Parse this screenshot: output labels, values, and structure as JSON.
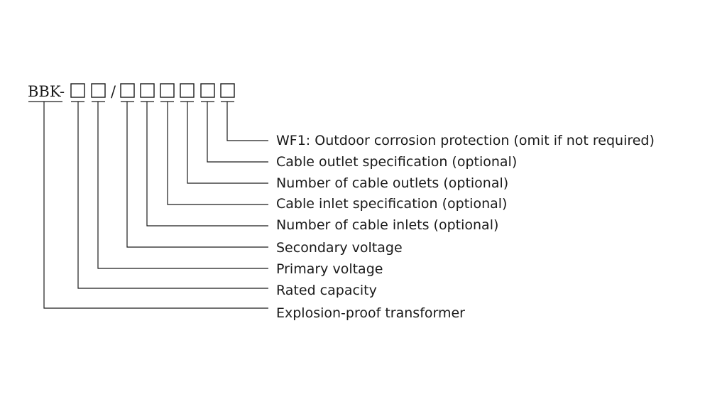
{
  "model_code": {
    "prefix": "BBK-",
    "separator": "/"
  },
  "legend": [
    "WF1: Outdoor corrosion protection (omit if not required)",
    "Cable outlet specification (optional)",
    "Number of cable outlets (optional)",
    "Cable inlet specification (optional)",
    "Number of cable inlets (optional)",
    "Secondary voltage",
    "Primary voltage",
    "Rated capacity",
    "Explosion-proof transformer"
  ],
  "colors": {
    "ink": "#1a1a1a",
    "background": "#ffffff"
  }
}
